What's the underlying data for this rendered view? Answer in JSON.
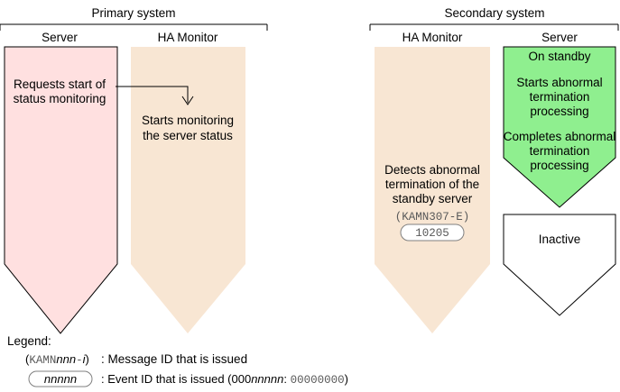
{
  "colors": {
    "primary_server_fill": "#ffe0e0",
    "ha_monitor_fill": "#f8e6d3",
    "secondary_server_active_fill": "#8fef8f",
    "inactive_fill": "#ffffff",
    "outline": "#000000",
    "mono_text": "#595959"
  },
  "primary": {
    "title": "Primary system",
    "server_header": "Server",
    "ha_header": "HA Monitor",
    "server_text": [
      "Requests start of",
      "status monitoring"
    ],
    "ha_text": [
      "Starts monitoring",
      "the server status"
    ]
  },
  "secondary": {
    "title": "Secondary system",
    "ha_header": "HA Monitor",
    "server_header": "Server",
    "on_standby": "On standby",
    "starts_text": [
      "Starts abnormal",
      "termination",
      "processing"
    ],
    "completes_text": [
      "Completes abnormal",
      "termination",
      "processing"
    ],
    "ha_text": [
      "Detects abnormal",
      "termination of the",
      "standby server"
    ],
    "message_id": "(KAMN307-E)",
    "event_id": "10205",
    "inactive_text": "Inactive"
  },
  "legend": {
    "title": "Legend:",
    "message_sample": {
      "open": "(",
      "mono_prefix": "KAMN",
      "italic": "nnn",
      "mono_dash": "-",
      "italic_suffix": "i",
      "close": ")"
    },
    "message_desc": ": Message ID that is issued",
    "event_sample": "nnnnn",
    "event_desc_prefix": ": Event ID that is issued (000",
    "event_desc_italic": "nnnnn",
    "event_desc_colon": ": ",
    "event_desc_mono": "00000000",
    "event_desc_close": ")"
  }
}
